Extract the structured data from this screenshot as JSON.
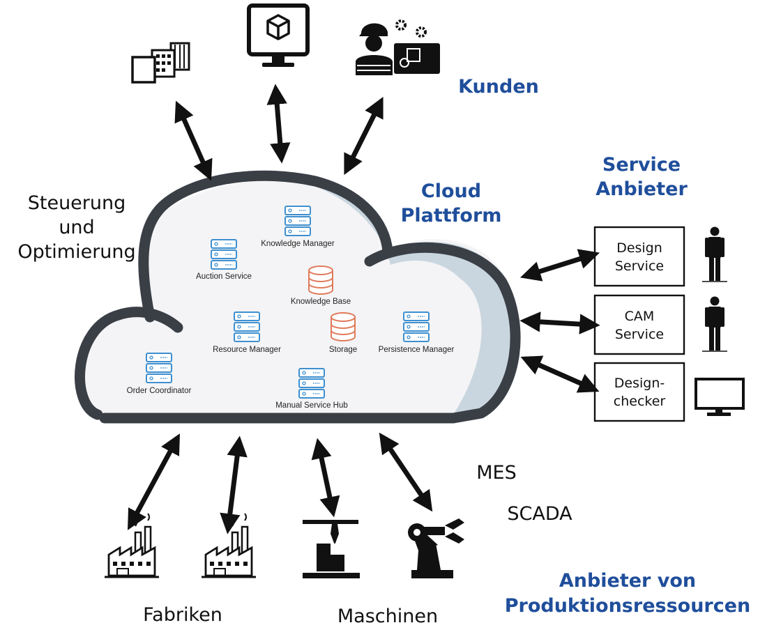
{
  "labels": {
    "kunden": "Kunden",
    "service_anbieter": [
      "Service",
      "Anbieter"
    ],
    "cloud_plattform": [
      "Cloud",
      "Plattform"
    ],
    "steuerung": [
      "Steuerung",
      "und",
      "Optimierung"
    ],
    "mes": "MES",
    "scada": "SCADA",
    "anbieter_produktion": [
      "Anbieter von",
      "Produktionsressourcen"
    ],
    "fabriken": "Fabriken",
    "maschinen": "Maschinen"
  },
  "cloud_services": {
    "knowledge_manager": "Knowledge Manager",
    "auction_service": "Auction Service",
    "knowledge_base": "Knowledge Base",
    "resource_manager": "Resource Manager",
    "storage": "Storage",
    "persistence_manager": "Persistence Manager",
    "order_coordinator": "Order Coordinator",
    "manual_service_hub": "Manual Service Hub"
  },
  "service_providers": {
    "design_service": [
      "Design",
      "Service"
    ],
    "cam_service": [
      "CAM",
      "Service"
    ],
    "designchecker": [
      "Design-",
      "checker"
    ]
  },
  "icons": {
    "customers": [
      "building-blocks-icon",
      "monitor-cube-icon",
      "engineer-workstation-icon"
    ],
    "providers": [
      "person-icon",
      "person-icon",
      "monitor-icon"
    ],
    "resources": [
      "factory-icon",
      "factory-icon",
      "3d-printer-icon",
      "robot-arm-icon"
    ],
    "services": [
      "server-icon",
      "database-icon"
    ]
  },
  "colors": {
    "heading_blue": "#1f4e9b",
    "cloud_outline": "#3a3f46",
    "cloud_shade": "#c9d6df",
    "server_blue": "#3d8fd0",
    "database_orange": "#e07a5a"
  }
}
